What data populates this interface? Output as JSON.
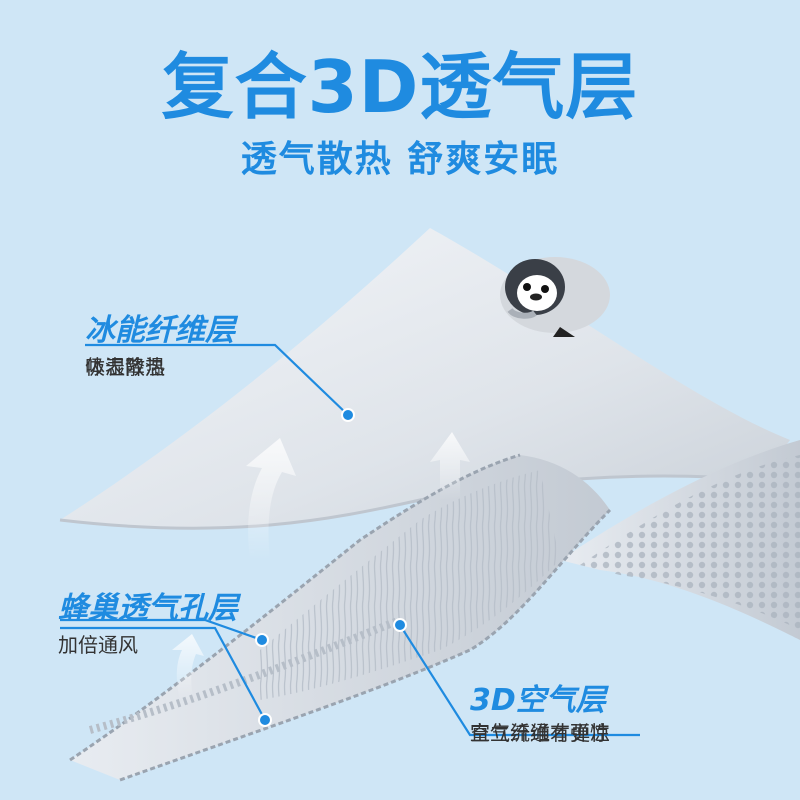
{
  "header": {
    "title": "复合3D透气层",
    "subtitle": "透气散热 舒爽安眠"
  },
  "layers": [
    {
      "title": "冰能纤维层",
      "desc": [
        "体表降温",
        "吸湿散热"
      ]
    },
    {
      "title": "蜂巢透气孔层",
      "desc": [
        "加倍通风"
      ]
    },
    {
      "title": "3D空气层",
      "desc": [
        "直立纤维有弹性",
        "空气流通才更凉"
      ]
    }
  ],
  "colors": {
    "accent": "#1f8be0",
    "background": "#cfe6f6",
    "text": "#333333"
  },
  "icons": [
    "penguin-icon",
    "airflow-arrow-icon"
  ]
}
